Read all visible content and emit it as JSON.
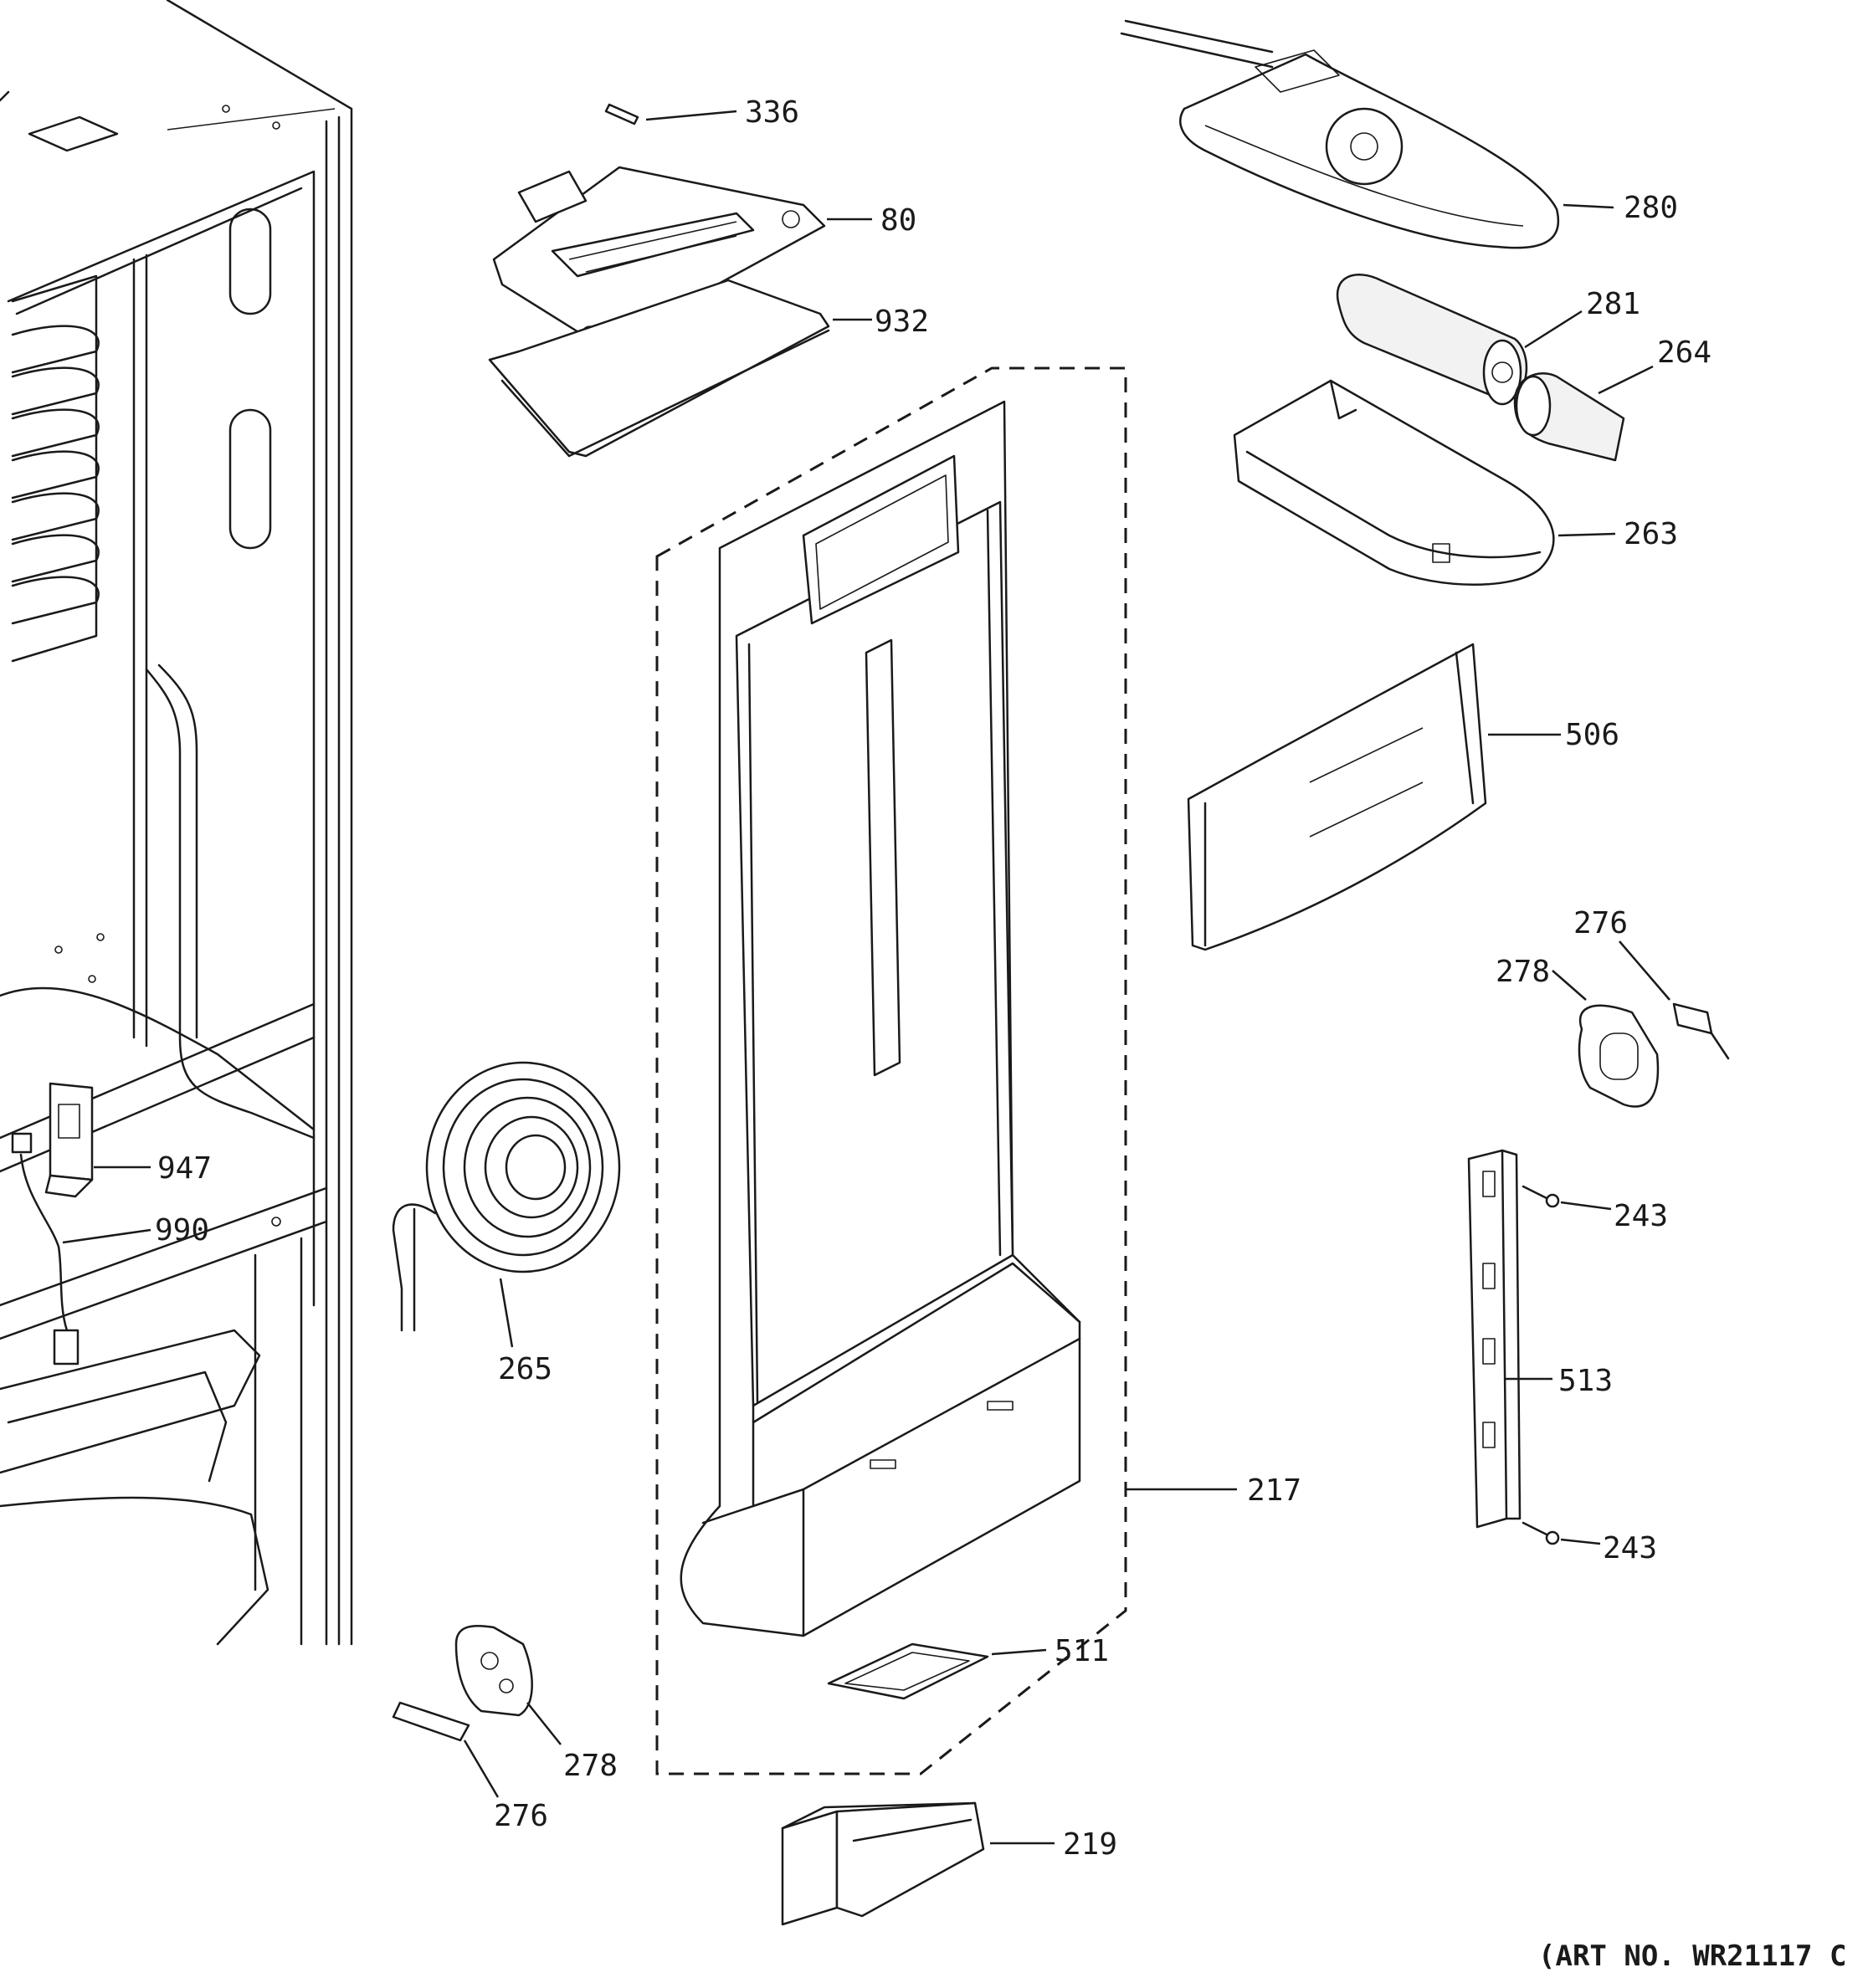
{
  "art_number": "(ART NO. WR21117 C",
  "callouts": [
    "336",
    "80",
    "932",
    "280",
    "281",
    "264",
    "263",
    "506",
    "276",
    "278",
    "243",
    "513",
    "243",
    "217",
    "511",
    "219",
    "947",
    "990",
    "265",
    "278",
    "276"
  ]
}
